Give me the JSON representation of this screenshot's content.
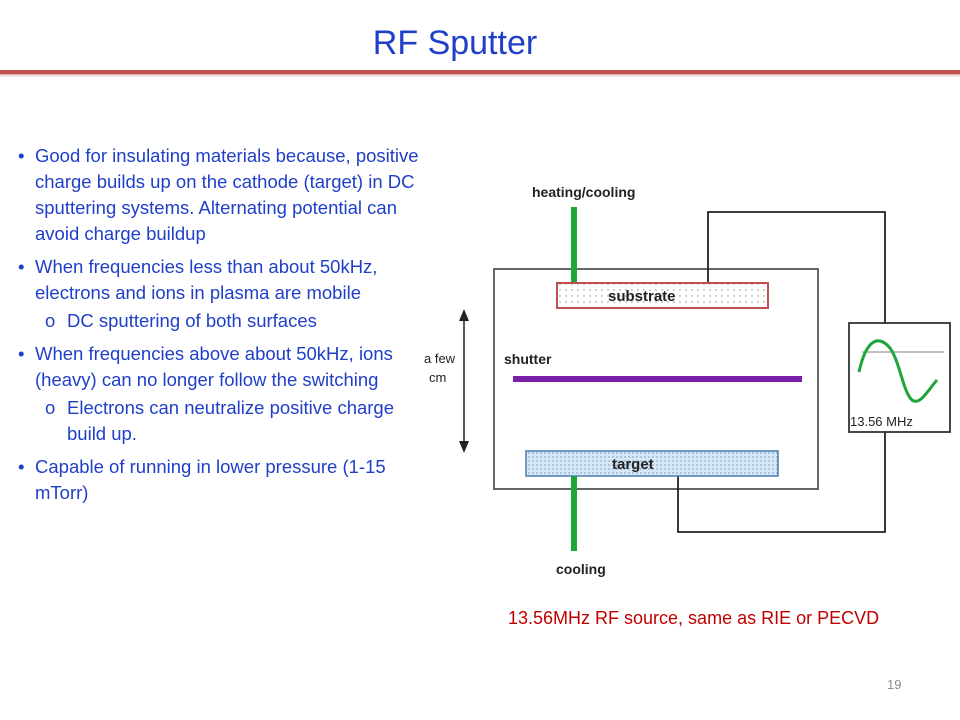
{
  "slide": {
    "title": "RF Sputter",
    "page_number": "19",
    "caption": "13.56MHz RF source, same as RIE or PECVD"
  },
  "bullets": [
    {
      "text": "Good for insulating materials because, positive charge builds up on the cathode (target) in DC sputtering systems. Alternating potential can avoid charge buildup",
      "sub": []
    },
    {
      "text": "When frequencies less than about 50kHz, electrons and ions in plasma are mobile",
      "sub": [
        "DC sputtering of both surfaces"
      ]
    },
    {
      "text": "When frequencies above about 50kHz, ions (heavy) can no longer follow the switching",
      "sub": [
        "Electrons can neutralize positive charge build up."
      ]
    },
    {
      "text": "Capable of running in lower pressure (1-15 mTorr)",
      "sub": []
    }
  ],
  "diagram": {
    "heating_label": "heating/cooling",
    "substrate_label": "substrate",
    "shutter_label": "shutter",
    "target_label": "target",
    "cooling_label": "cooling",
    "gap_label_line1": "a few",
    "gap_label_line2": "cm",
    "source_label": "13.56 MHz",
    "colors": {
      "rod": "#1fa53a",
      "shutter": "#7a1fa8",
      "substrate_border": "#c0504d",
      "target_fill": "#cfe3f5",
      "target_border": "#4a7ab0",
      "wave": "#1fa53a"
    }
  }
}
